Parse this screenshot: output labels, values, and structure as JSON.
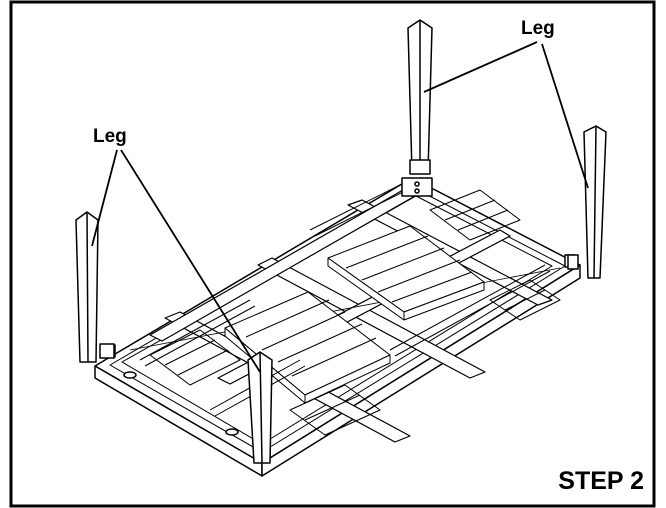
{
  "labels": {
    "leg_right": "Leg",
    "leg_left": "Leg",
    "step": "STEP 2"
  },
  "colors": {
    "line": "#000000",
    "background": "#ffffff",
    "frame": "#000000"
  }
}
